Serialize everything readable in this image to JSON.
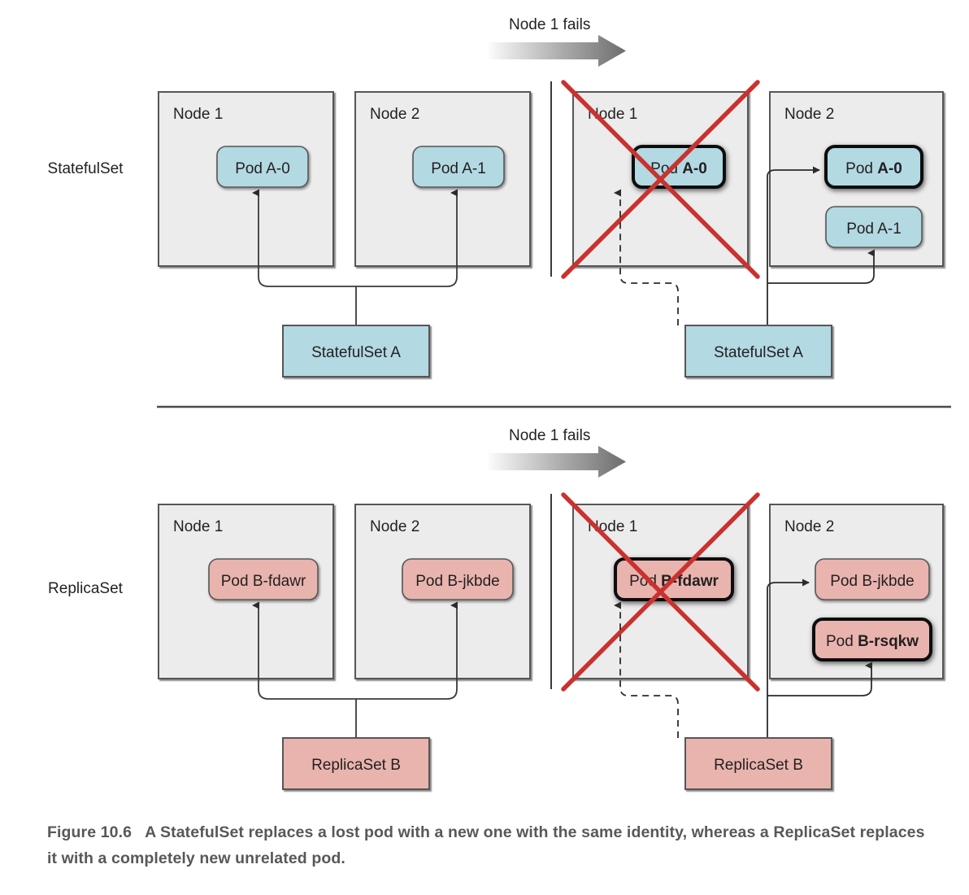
{
  "figure": {
    "number": "Figure 10.6",
    "caption": "A StatefulSet replaces a lost pod with a new one with the same identity, whereas a ReplicaSet replaces it with a completely new unrelated pod."
  },
  "colors": {
    "pod_blue": "#b3d9e2",
    "pod_pink": "#e9b4ae",
    "node_gray": "#ececec",
    "border_gray": "#565656",
    "failure_red": "#c9322f",
    "text_dark": "#231f20",
    "caption_gray": "#58585a",
    "arrow_gradient_start": "#f7f7f7",
    "arrow_gradient_end": "#6f6f6f"
  },
  "rows": [
    {
      "label": "StatefulSet",
      "transition_label": "Node 1 fails",
      "controller": "StatefulSet A",
      "before": {
        "nodes": [
          {
            "title": "Node 1",
            "failed": false,
            "pods": [
              {
                "prefix": "Pod ",
                "name": "A-0",
                "highlight": false
              }
            ]
          },
          {
            "title": "Node 2",
            "failed": false,
            "pods": [
              {
                "prefix": "Pod ",
                "name": "A-1",
                "highlight": false
              }
            ]
          }
        ]
      },
      "after": {
        "nodes": [
          {
            "title": "Node 1",
            "failed": true,
            "pods": [
              {
                "prefix": "Pod ",
                "name": "A-0",
                "highlight": true
              }
            ]
          },
          {
            "title": "Node 2",
            "failed": false,
            "pods": [
              {
                "prefix": "Pod ",
                "name": "A-0",
                "highlight": true
              },
              {
                "prefix": "Pod ",
                "name": "A-1",
                "highlight": false
              }
            ]
          }
        ]
      }
    },
    {
      "label": "ReplicaSet",
      "transition_label": "Node 1 fails",
      "controller": "ReplicaSet B",
      "before": {
        "nodes": [
          {
            "title": "Node 1",
            "failed": false,
            "pods": [
              {
                "prefix": "Pod ",
                "name": "B-fdawr",
                "highlight": false
              }
            ]
          },
          {
            "title": "Node 2",
            "failed": false,
            "pods": [
              {
                "prefix": "Pod ",
                "name": "B-jkbde",
                "highlight": false
              }
            ]
          }
        ]
      },
      "after": {
        "nodes": [
          {
            "title": "Node 1",
            "failed": true,
            "pods": [
              {
                "prefix": "Pod ",
                "name": "B-fdawr",
                "highlight": true
              }
            ]
          },
          {
            "title": "Node 2",
            "failed": false,
            "pods": [
              {
                "prefix": "Pod ",
                "name": "B-jkbde",
                "highlight": false
              },
              {
                "prefix": "Pod ",
                "name": "B-rsqkw",
                "highlight": true
              }
            ]
          }
        ]
      }
    }
  ]
}
